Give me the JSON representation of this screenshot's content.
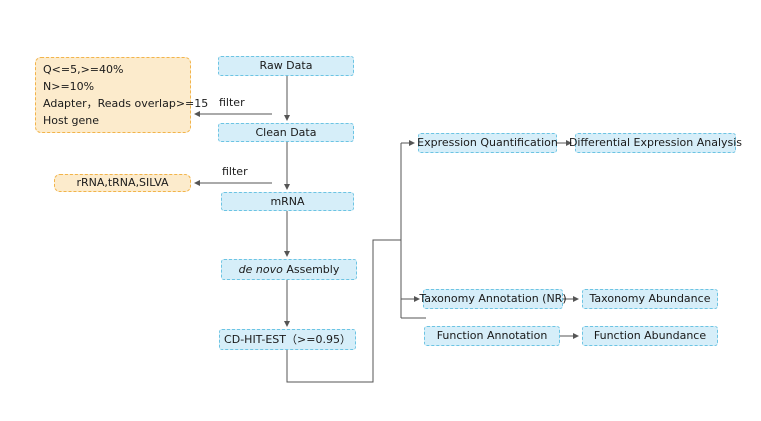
{
  "nodes": {
    "raw_data": "Raw Data",
    "clean_data": "Clean Data",
    "mrna": "mRNA",
    "assembly_italic": "de novo",
    "assembly_rest": " Assembly",
    "cdhit": "CD-HIT-EST（>=0.95）",
    "expression_quant": "Expression Quantification",
    "diff_expression": "Differential Expression Analysis",
    "taxonomy_annot": "Taxonomy Annotation (NR)",
    "taxonomy_abund": "Taxonomy Abundance",
    "function_annot": "Function Annotation",
    "function_abund": "Function Abundance"
  },
  "filters": {
    "filter1_label": "filter",
    "filter2_label": "filter",
    "filter1_criteria": [
      "Q<=5,>=40%",
      "N>=10%",
      "Adapter，Reads overlap>=15",
      "Host gene"
    ],
    "filter2_criteria": "rRNA,tRNA,SILVA"
  },
  "colors": {
    "process_fill": "#d6eef9",
    "process_border": "#6cc4e3",
    "filter_fill": "#fcebcc",
    "filter_border": "#f2b44a",
    "connector": "#555555"
  }
}
